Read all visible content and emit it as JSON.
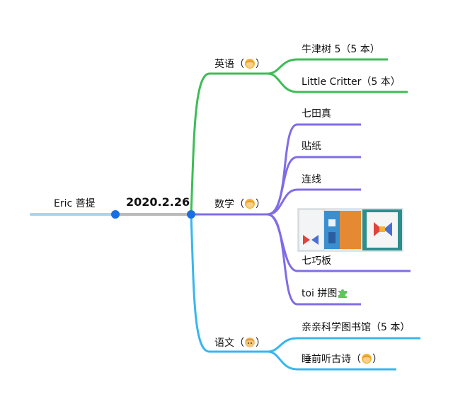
{
  "root": {
    "label": "Eric 菩提"
  },
  "center": {
    "date": "2020.2.26"
  },
  "branches": [
    {
      "id": "english",
      "label": "英语（",
      "label_end": "）",
      "emoji": "person-emoji-icon",
      "color": "#3dbd55",
      "children": [
        {
          "label": "牛津树 5（5 本）"
        },
        {
          "label": "Little Critter（5 本）"
        }
      ]
    },
    {
      "id": "math",
      "label": "数学（",
      "label_end": "）",
      "emoji": "person-emoji-icon",
      "color": "#7f6de6",
      "children": [
        {
          "label": "七田真"
        },
        {
          "label": "贴纸"
        },
        {
          "label": "连线"
        },
        {
          "label": "七巧板",
          "has_image": true,
          "image_desc": "tangram-book-photo"
        },
        {
          "label": "toi 拼图",
          "emoji": "puzzle-piece-icon"
        }
      ]
    },
    {
      "id": "chinese",
      "label": "语文（",
      "label_end": "）",
      "emoji": "man-emoji-icon",
      "color": "#38b6ee",
      "children": [
        {
          "label": "亲亲科学图书馆（5 本）"
        },
        {
          "label": "睡前听古诗（",
          "label_end": "）",
          "emoji": "person-emoji-icon"
        }
      ]
    }
  ],
  "colors": {
    "root_line": "#a9d4ee",
    "center_line": "#bbbbbb",
    "node_dot": "#1a6fe0"
  }
}
